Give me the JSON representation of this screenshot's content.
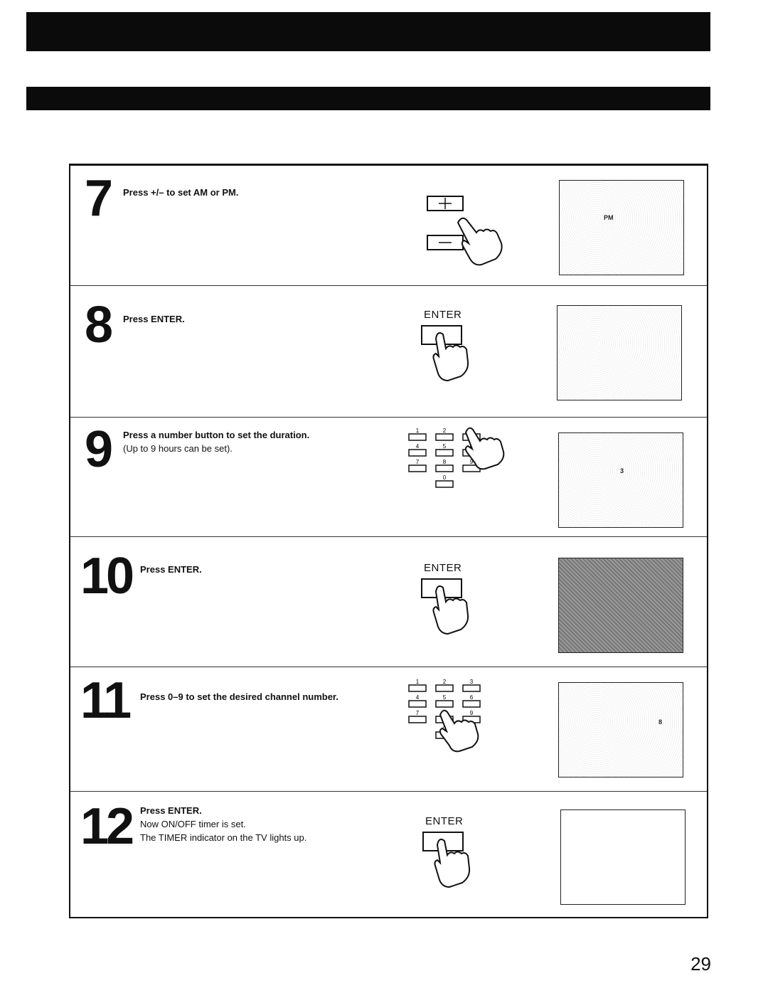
{
  "steps": [
    {
      "num": "7",
      "text_bold": "Press +/– to set AM or PM.",
      "text": ""
    },
    {
      "num": "8",
      "text_bold": "Press ENTER.",
      "text": ""
    },
    {
      "num": "9",
      "text_bold": "Press a number button to set the duration.",
      "text": "(Up to 9 hours can be set)."
    },
    {
      "num": "10",
      "text_bold": "Press ENTER.",
      "text": ""
    },
    {
      "num": "11",
      "text_bold": "Press 0–9 to set the desired channel number.",
      "text": ""
    },
    {
      "num": "12",
      "text_bold": "Press ENTER.",
      "text": "Now ON/OFF timer is set.",
      "text2": "The TIMER indicator on the TV lights up."
    }
  ],
  "enter_label": "ENTER",
  "keypad": [
    "1",
    "2",
    "3",
    "4",
    "5",
    "6",
    "7",
    "8",
    "9",
    "0"
  ],
  "screens": {
    "s7": "PM",
    "s9": "3",
    "s11": "8"
  },
  "page_number": "29",
  "icons": {
    "hand": "pointing-hand-icon",
    "plus": "plus-button-icon",
    "minus": "minus-button-icon"
  }
}
